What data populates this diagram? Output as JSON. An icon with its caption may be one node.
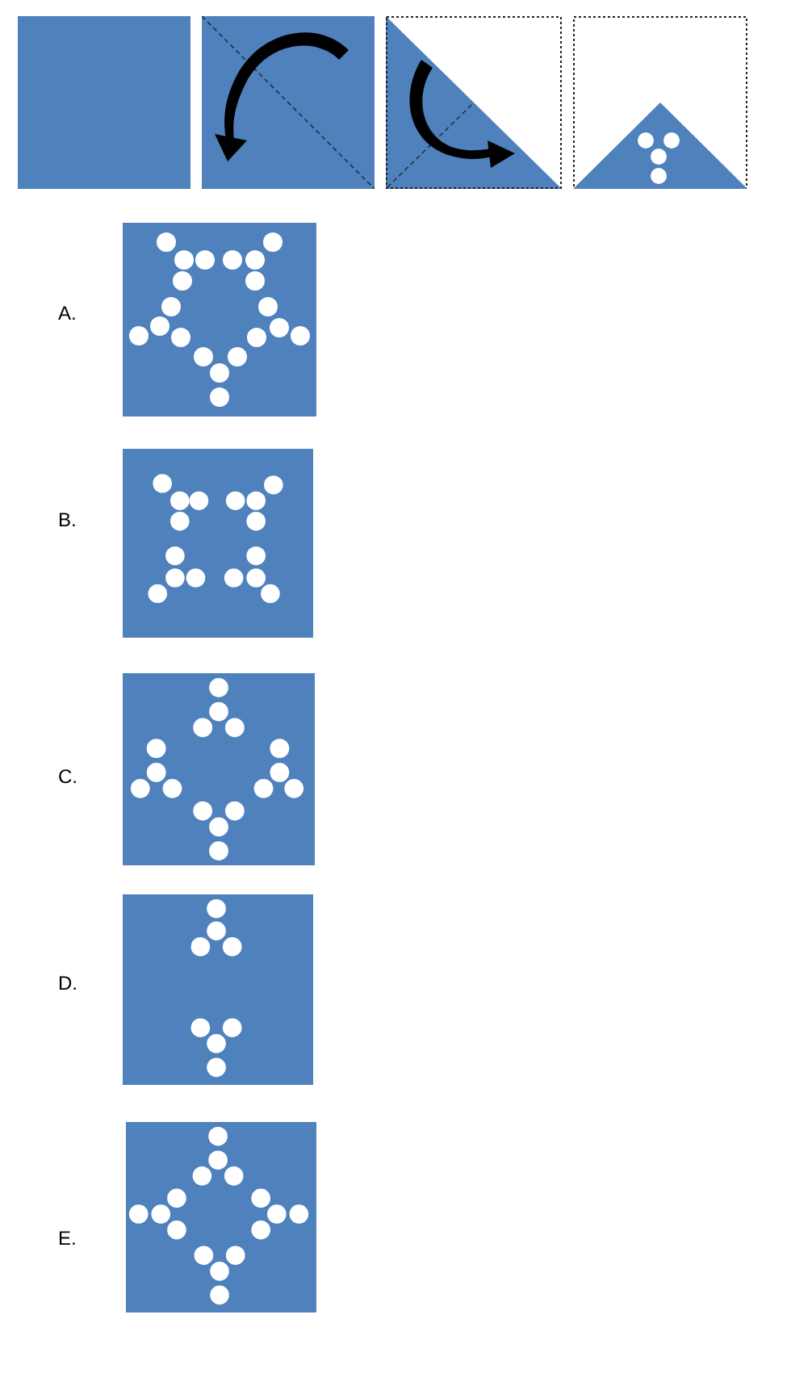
{
  "diagram": {
    "nodes": [
      {
        "text": [],
        "shape": "box"
      },
      {
        "text": [],
        "shape": "picture"
      },
      {
        "text": [],
        "shape": "picture"
      },
      {
        "text": [],
        "shape": "picture"
      },
      {
        "text": [],
        "shape": "picture",
        "beside": [
          "A."
        ]
      },
      {
        "text": [],
        "shape": "picture",
        "beside": [
          "B."
        ]
      },
      {
        "text": [],
        "shape": "picture",
        "beside": [
          "C."
        ]
      },
      {
        "text": [],
        "shape": "picture",
        "beside": [
          "D."
        ]
      },
      {
        "text": [],
        "shape": "picture",
        "beside": [
          "E."
        ]
      }
    ]
  }
}
